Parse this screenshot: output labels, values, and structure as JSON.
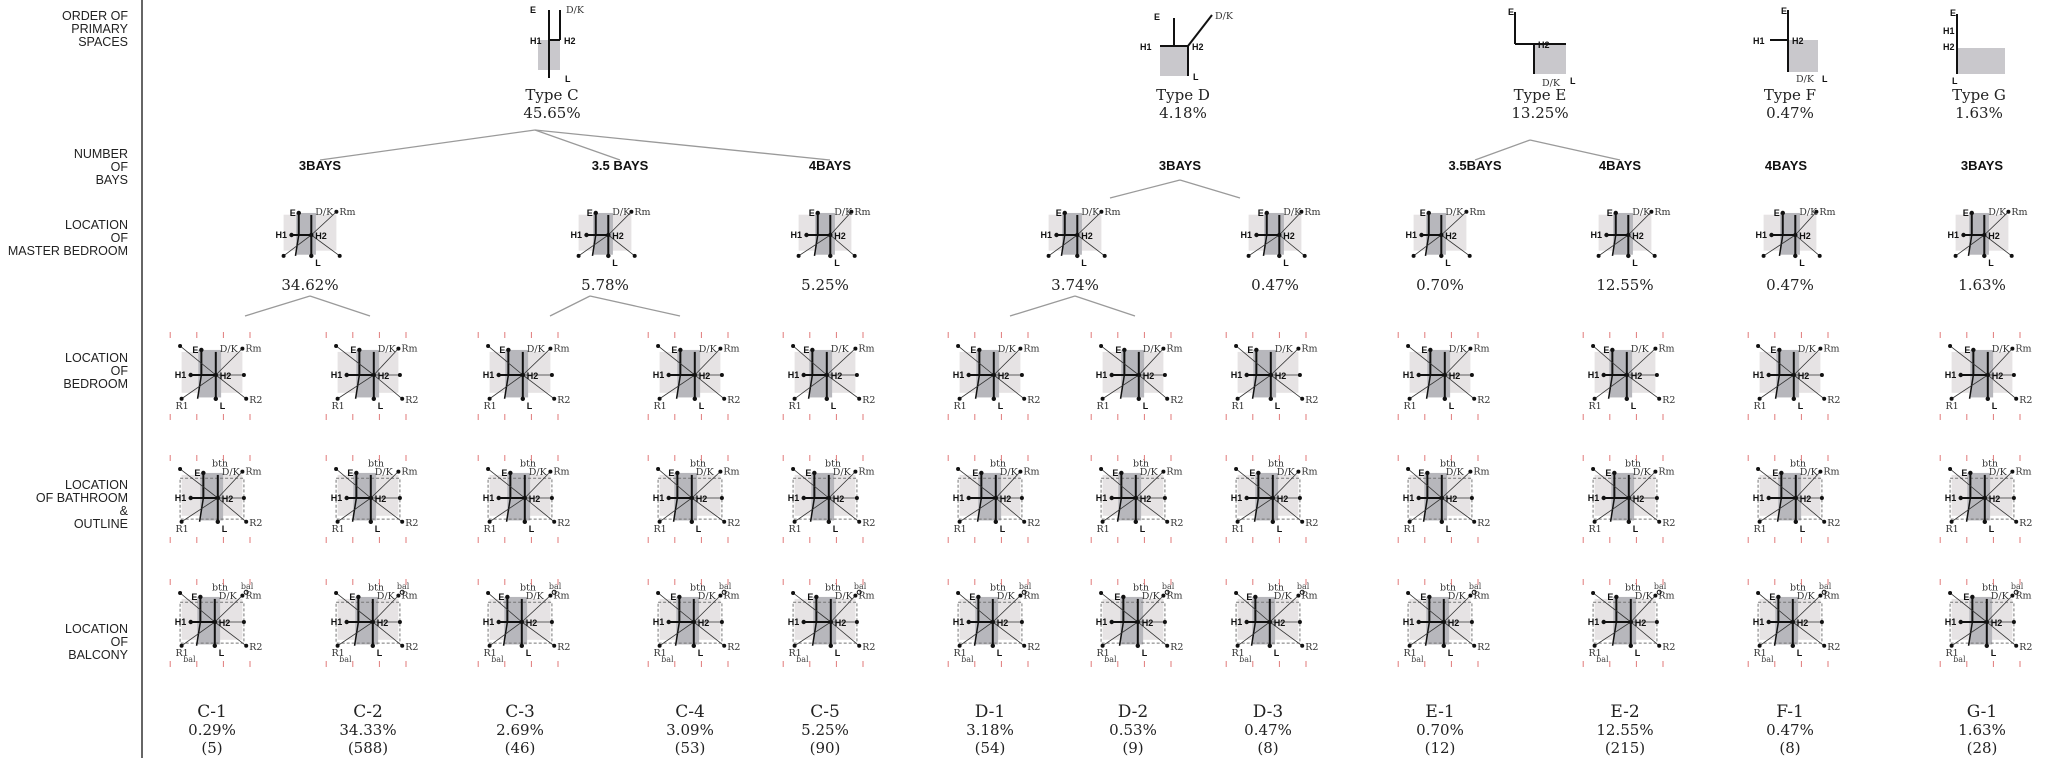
{
  "row_labels": {
    "order": [
      "ORDER OF",
      "PRIMARY",
      "SPACES"
    ],
    "bays": [
      "NUMBER",
      "OF",
      "BAYS"
    ],
    "master": [
      "LOCATION",
      "OF",
      "MASTER BEDROOM"
    ],
    "bedroom": [
      "LOCATION",
      "OF",
      "BEDROOM"
    ],
    "bath": [
      "LOCATION",
      "OF BATHROOM",
      "&",
      "OUTLINE"
    ],
    "balcony": [
      "LOCATION",
      "OF",
      "BALCONY"
    ]
  },
  "types": [
    {
      "name": "Type C",
      "pct": "45.65%"
    },
    {
      "name": "Type D",
      "pct": "4.18%"
    },
    {
      "name": "Type E",
      "pct": "13.25%"
    },
    {
      "name": "Type F",
      "pct": "0.47%"
    },
    {
      "name": "Type G",
      "pct": "1.63%"
    }
  ],
  "bays": [
    "3BAYS",
    "3.5 BAYS",
    "4BAYS",
    "3BAYS",
    "3.5BAYS",
    "4BAYS",
    "4BAYS",
    "3BAYS"
  ],
  "master_pcts": [
    "34.62%",
    "5.78%",
    "5.25%",
    "3.74%",
    "0.47%",
    "0.70%",
    "12.55%",
    "0.47%",
    "1.63%"
  ],
  "codes": [
    {
      "code": "C-1",
      "pct": "0.29%",
      "count": "(5)"
    },
    {
      "code": "C-2",
      "pct": "34.33%",
      "count": "(588)"
    },
    {
      "code": "C-3",
      "pct": "2.69%",
      "count": "(46)"
    },
    {
      "code": "C-4",
      "pct": "3.09%",
      "count": "(53)"
    },
    {
      "code": "C-5",
      "pct": "5.25%",
      "count": "(90)"
    },
    {
      "code": "D-1",
      "pct": "3.18%",
      "count": "(54)"
    },
    {
      "code": "D-2",
      "pct": "0.53%",
      "count": "(9)"
    },
    {
      "code": "D-3",
      "pct": "0.47%",
      "count": "(8)"
    },
    {
      "code": "E-1",
      "pct": "0.70%",
      "count": "(12)"
    },
    {
      "code": "E-2",
      "pct": "12.55%",
      "count": "(215)"
    },
    {
      "code": "F-1",
      "pct": "0.47%",
      "count": "(8)"
    },
    {
      "code": "G-1",
      "pct": "1.63%",
      "count": "(28)"
    }
  ],
  "room_labels": {
    "entry": "E",
    "dk": "D/K",
    "h1": "H1",
    "h2": "H2",
    "living": "L",
    "room": "Rm",
    "r1": "R1",
    "r2": "R2",
    "bath": "bth",
    "balcony": "bal"
  },
  "colors": {
    "line": "#111111",
    "fill_light": "#e6e3e4",
    "fill_mid": "#c9c8cc",
    "fill_dark": "#b7b7bc",
    "connector": "#9a9a9a",
    "tick": "#e07a7a"
  }
}
